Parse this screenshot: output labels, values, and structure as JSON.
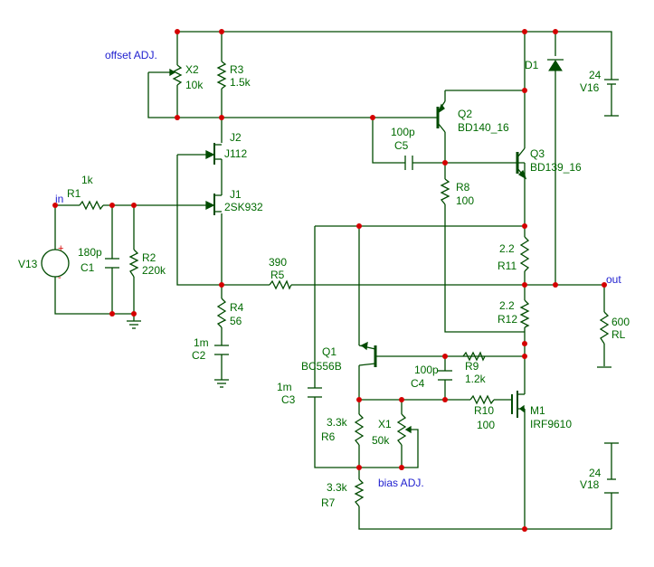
{
  "labels": {
    "offset_adj": "offset ADJ.",
    "bias_adj": "bias ADJ.",
    "in": "in",
    "out": "out"
  },
  "components": {
    "X2": {
      "ref": "X2",
      "value": "10k"
    },
    "R3": {
      "ref": "R3",
      "value": "1.5k"
    },
    "D1": {
      "ref": "D1"
    },
    "V16": {
      "ref": "V16",
      "value": "24"
    },
    "J2": {
      "ref": "J2",
      "value": "J112"
    },
    "Q2": {
      "ref": "Q2",
      "value": "BD140_16"
    },
    "C5": {
      "ref": "C5",
      "value": "100p"
    },
    "Q3": {
      "ref": "Q3",
      "value": "BD139_16"
    },
    "R1": {
      "ref": "R1",
      "value": "1k"
    },
    "J1": {
      "ref": "J1",
      "value": "2SK932"
    },
    "R8": {
      "ref": "R8",
      "value": "100"
    },
    "V13": {
      "ref": "V13"
    },
    "C1": {
      "ref": "C1",
      "value": "180p"
    },
    "R2": {
      "ref": "R2",
      "value": "220k"
    },
    "R11": {
      "ref": "R11",
      "value": "2.2"
    },
    "R5": {
      "ref": "R5",
      "value": "390"
    },
    "R12": {
      "ref": "R12",
      "value": "2.2"
    },
    "RL": {
      "ref": "RL",
      "value": "600"
    },
    "R4": {
      "ref": "R4",
      "value": "56"
    },
    "C2": {
      "ref": "C2",
      "value": "1m"
    },
    "Q1": {
      "ref": "Q1",
      "value": "BC556B"
    },
    "R9": {
      "ref": "R9",
      "value": "1.2k"
    },
    "C4": {
      "ref": "C4",
      "value": "100p"
    },
    "C3": {
      "ref": "C3",
      "value": "1m"
    },
    "R10": {
      "ref": "R10",
      "value": "100"
    },
    "M1": {
      "ref": "M1",
      "value": "IRF9610"
    },
    "R6": {
      "ref": "R6",
      "value": "3.3k"
    },
    "X1": {
      "ref": "X1",
      "value": "50k"
    },
    "V18": {
      "ref": "V18",
      "value": "24"
    },
    "R7": {
      "ref": "R7",
      "value": "3.3k"
    }
  },
  "colors": {
    "wire": "#004b00",
    "label": "#006a00",
    "net_label": "#1f1fcf",
    "junction": "#d40000"
  }
}
